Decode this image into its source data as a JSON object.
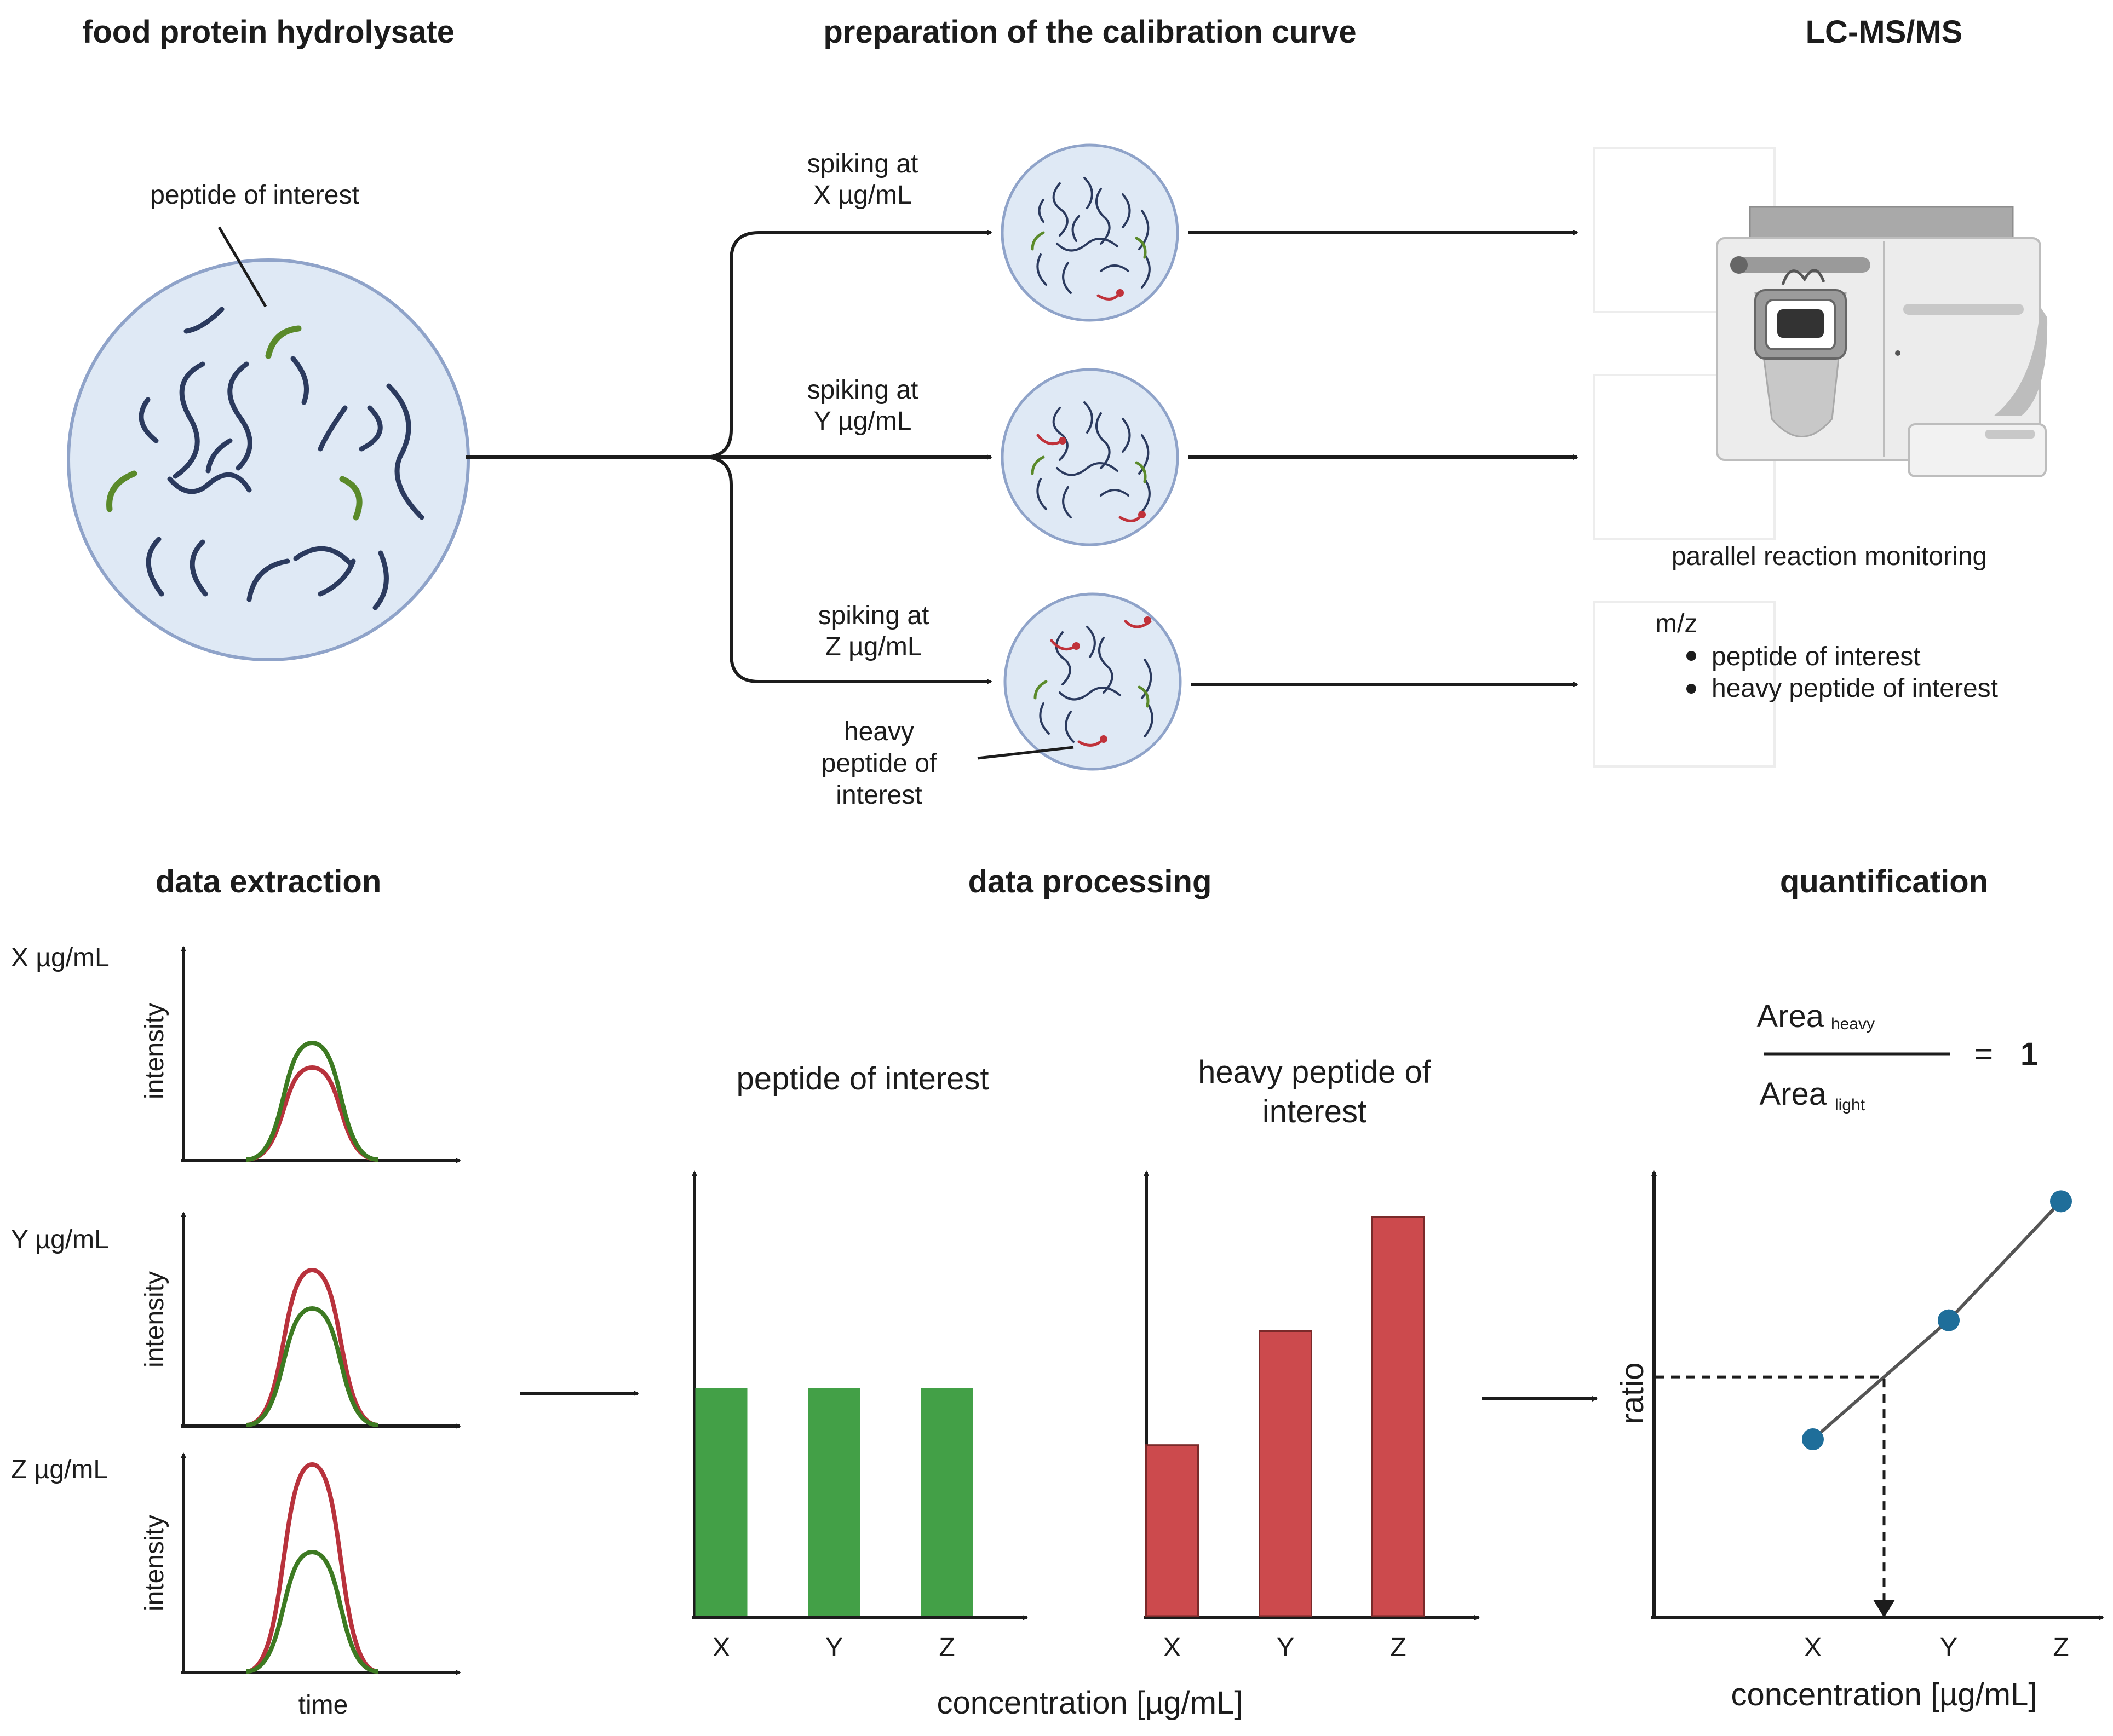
{
  "sections": {
    "hydrolysate": "food protein hydrolysate",
    "calibration": "preparation of the calibration curve",
    "lcms": "LC-MS/MS",
    "extraction": "data extraction",
    "processing": "data processing",
    "quantification": "quantification"
  },
  "hydrolysate": {
    "pointer_label": "peptide of interest"
  },
  "spiking": [
    {
      "line1": "spiking at",
      "line2": "X µg/mL"
    },
    {
      "line1": "spiking at",
      "line2": "Y µg/mL"
    },
    {
      "line1": "spiking at",
      "line2": "Z µg/mL"
    }
  ],
  "heavy_label": [
    "heavy",
    "peptide of",
    "interest"
  ],
  "lcms": {
    "method": "parallel reaction monitoring",
    "mz_label": "m/z",
    "bullets": [
      "peptide of interest",
      "heavy peptide of interest"
    ]
  },
  "extraction": {
    "panels": [
      {
        "label": "X µg/mL",
        "ylabel": "intensity"
      },
      {
        "label": "Y µg/mL",
        "ylabel": "intensity"
      },
      {
        "label": "Z µg/mL",
        "ylabel": "intensity"
      }
    ],
    "xlabel": "time",
    "colors": {
      "light": "#3d7a22",
      "heavy": "#b8323c"
    }
  },
  "processing": {
    "left_title": "peptide of interest",
    "right_title_1": "heavy peptide of",
    "right_title_2": "interest",
    "xlabel": "concentration [µg/mL]"
  },
  "quant": {
    "numerator": "Area",
    "numerator_sub": "heavy",
    "denominator": "Area",
    "denominator_sub": "light",
    "equals": "=",
    "result": "1",
    "ylabel": "ratio",
    "xlabel": "concentration  [µg/mL]"
  },
  "chart_data": [
    {
      "type": "bar",
      "categories": [
        "X",
        "Y",
        "Z"
      ],
      "series": [
        {
          "values": [
            1,
            1,
            1
          ]
        }
      ],
      "title": "peptide of interest",
      "xlabel": "concentration [µg/mL]",
      "ylim": [
        0,
        1.95
      ],
      "color": "#43a047"
    },
    {
      "type": "bar",
      "categories": [
        "X",
        "Y",
        "Z"
      ],
      "series": [
        {
          "values": [
            0.75,
            1.25,
            1.75
          ]
        }
      ],
      "title": "heavy peptide of interest",
      "xlabel": "concentration [µg/mL]",
      "ylim": [
        0,
        1.95
      ],
      "color": "#cc4a4d"
    },
    {
      "type": "line",
      "categories": [
        "X",
        "Y",
        "Z"
      ],
      "series": [
        {
          "values": [
            0.2,
            0.6,
            1.0
          ]
        }
      ],
      "ylabel": "ratio",
      "xlabel": "concentration  [µg/mL]",
      "ylim": [
        -0.4,
        1.1
      ],
      "color": "#1f6e9a"
    }
  ]
}
